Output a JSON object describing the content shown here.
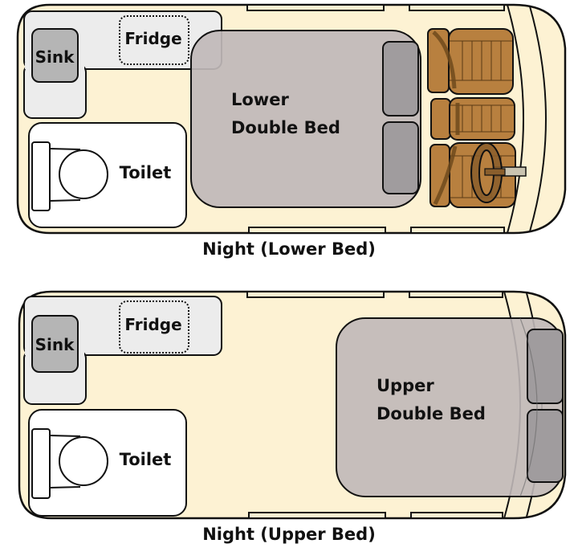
{
  "colors": {
    "van_body": "#fdf2d3",
    "outline": "#111111",
    "counter": "#ececec",
    "sink": "#b5b5b5",
    "toilet": "#ffffff",
    "bed": "#c8bebe",
    "bed_cushion": "#a09c9e",
    "seat": "#b8803f",
    "seat_dark": "#6f4a1c",
    "wheel": "#8a5e2c",
    "pedal": "#c9c3b0"
  },
  "diagrams": [
    {
      "id": "lower",
      "caption": "Night (Lower Bed)",
      "labels": {
        "sink": "Sink",
        "fridge": "Fridge",
        "toilet": "Toilet",
        "bed_line1": "Lower",
        "bed_line2": "Double Bed"
      }
    },
    {
      "id": "upper",
      "caption": "Night (Upper Bed)",
      "labels": {
        "sink": "Sink",
        "fridge": "Fridge",
        "toilet": "Toilet",
        "bed_line1": "Upper",
        "bed_line2": "Double Bed"
      }
    }
  ]
}
